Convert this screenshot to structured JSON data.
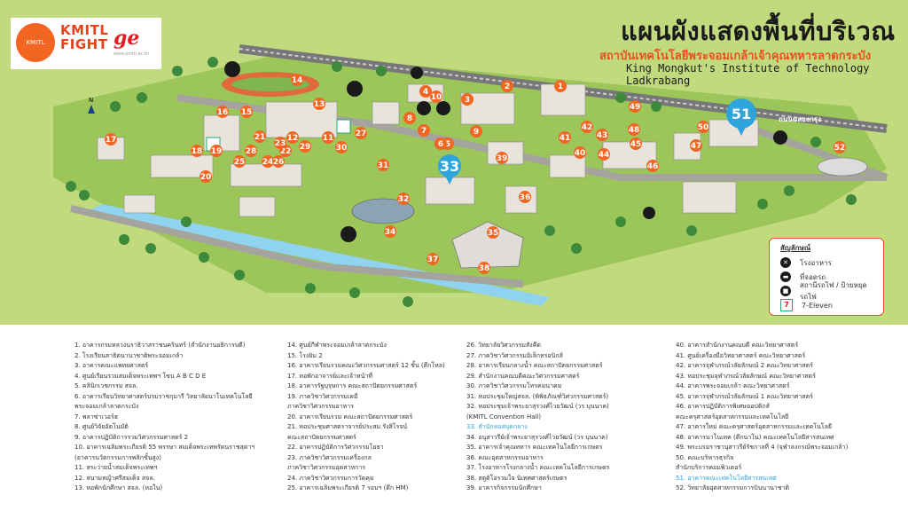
{
  "header": {
    "title_th": "แผนผังแสดงพื้นที่บริเวณ",
    "subtitle_th": "สถาบันเทคโนโลยีพระจอมเกล้าเจ้าคุณทหารลาดกระบัง",
    "subtitle_en": "King Mongkut's Institute of Technology Ladkrabang"
  },
  "logo": {
    "fight": "KMITL\nFIGHT",
    "ge": "ge",
    "url": "www.kmitl.ac.th",
    "seal": "KMITL"
  },
  "map": {
    "north": "N",
    "road_label": "ถนนฉลองกรุง",
    "compass": "N",
    "colors": {
      "grass": "#c2da7e",
      "marker": "#f26522",
      "highlight": "#2ea3dc",
      "building": "#e8e4dc"
    },
    "markers": [
      "1",
      "2",
      "3",
      "4",
      "5",
      "6",
      "7",
      "8",
      "9",
      "10",
      "11",
      "12",
      "13",
      "14",
      "15",
      "16",
      "17",
      "18",
      "19",
      "20",
      "21",
      "22",
      "23",
      "24",
      "25",
      "26",
      "27",
      "28",
      "29",
      "30",
      "31",
      "32",
      "34",
      "35",
      "36",
      "37",
      "38",
      "39",
      "40",
      "41",
      "42",
      "43",
      "44",
      "45",
      "46",
      "47",
      "48",
      "49",
      "50",
      "52"
    ],
    "highlights": [
      "33",
      "51"
    ]
  },
  "legend": {
    "title": "สัญลักษณ์",
    "items": [
      {
        "icon": "restaurant-icon",
        "label": "โรงอาหาร"
      },
      {
        "icon": "car-icon",
        "label": "ที่จอดรถ"
      },
      {
        "icon": "train-icon",
        "label": "สถานีรถไฟ / ป้ายหยุดรถไฟ"
      },
      {
        "icon": "seven-eleven-icon",
        "label": "7-Eleven"
      }
    ]
  },
  "list": {
    "col1": [
      "1. อาคารกรมหลวงนราธิวาสราชนครินทร์ (สำนักงานอธิการบดี)",
      "2. โรงเรียนสาธิตนานาชาติพระจอมเกล้า",
      "3. อาคารคณะแพทยศาสตร์",
      "4. ศูนย์เรียนรวมสมเด็จพระเทพฯ โซน A B C D E",
      "5. คลินิกเวชกรรม สจล.",
      "6. อาคารเรียนวิทยาศาสตร์บรมราชกุมารี วิทยาลัยนาโนเทคโนโลยี",
      "   พระจอมเกล้าลาดกระบัง",
      "7. พลาซ่าเวอร์ฮ",
      "8. ศูนย์วิจัยอัตโนมัติ",
      "9. อาคารปฏิบัติการรวมวิศวกรรมศาสตร์ 2",
      "10. อาคารเฉลิมพระเกียรติ 55 พรรษา สมเด็จพระเทพรัตนราชสุดาฯ",
      "   (อาคารนวัตกรรมการพลิกขั้นสูง)",
      "11. สระว่ายน้ำสมเด็จพระเทพฯ",
      "12. สนามหญ้าศรีสมเด็จ สจล.",
      "13. หอพักนักศึกษา สจล. (หอใน)"
    ],
    "col2": [
      "14. ศูนย์กีฬาพระจอมเกล้าลาดกระบัง",
      "15. โรงยิม 2",
      "16. อาคารเรียนรวมคณะวิศวกรรมศาสตร์ 12 ชั้น (ตึกโหล)",
      "17. หอพักอาจารย์และเจ้าหน้าที่",
      "18. อาคารรัฐบุรุษการ คณะสถาปัตยกรรมศาสตร์",
      "19. ภาควิชาวิศวกรรมเคมี",
      "   ภาควิชาวิศวกรรมอาหาร",
      "20. อาคารเรียนรวม คณะสถาปัตยกรรมศาสตร์",
      "21. หอประชุมศาสตราจารย์ประสม รังสิโรจน์",
      "   คณะสถาปัตยกรรมศาสตร์",
      "22. อาคารปฏิบัติการวิศวกรรมโยธา",
      "23. ภาควิชาวิศวกรรมเครื่องกล",
      "   ภาควิชาวิศวกรรมอุตสาหการ",
      "24. ภาควิชาวิศวกรรมการวัดคุม",
      "25. อาคารเฉลิมพระเกียรติ 7 รอบฯ (ตึก HM)"
    ],
    "col3": [
      "26. วิทยาลัยวิศวกรรมสังคีต",
      "27. ภาควิชาวิศวกรรมอิเล็กทรอนิกส์",
      "28. อาคารเรียนกลางน้ำ คณะสถาปัตยกรรมศาสตร์",
      "29. สำนักงานคณบดีคณะวิศวกรรมศาสตร์",
      "30. ภาควิชาวิศวกรรมโทรคมนาคม",
      "31. หอประชุมใหญ่สจล. (พิพิธภัณฑ์วิศวกรรมศาสตร์)",
      "32. หอประชุมเจ้าพระยาสุรวงศ์ไวยวัฒน์ (วร บุนนาค)",
      "   (KMITL Convention Hall)",
      "33. สำนักหอสมุดกลาง",
      "34. อนุสาวรีย์เจ้าพระยาสุรวงศ์ไวยวัฒน์ (วร บุนนาค)",
      "35. อาคารเจ้าคุณทหาร คณะเทคโนโลยีการเกษตร",
      "36. คณะอุตสาหกรรมอาหาร",
      "37. โรงอาหารโรงกลางน้ำ คณะเทคโนโลยีการเกษตร",
      "38. สตูดิโอรวมใจ นิเทศศาสตร์เกษตร",
      "39. อาคารกิจกรรมนักศึกษา"
    ],
    "col4": [
      "40. อาคารสำนักงานคณบดี คณะวิทยาศาสตร์",
      "41. ศูนย์เครื่องมือวิทยาศาสตร์ คณะวิทยาศาสตร์",
      "42. อาคารจุฬาภรณ์วลัยลักษณ์ 2 คณะวิทยาศาสตร์",
      "43. หอประชุมจุฬาภรณ์วลัยลักษณ์ คณะวิทยาศาสตร์",
      "44. อาคารพระจอมเกล้า คณะวิทยาศาสตร์",
      "45. อาคารจุฬาภรณ์วลัยลักษณ์ 1 คณะวิทยาศาสตร์",
      "46. อาคารปฏิบัติการพิเศษออปติกส์",
      "   คณะครุศาสตร์อุตสาหกรรมและเทคโนโลยี",
      "47. อาคารใหม่ คณะครุศาสตร์อุตสาหกรรมและเทคโนโลยี",
      "48. อาคารนาโนเทค (ตึกนาโน) คณะเทคโนโลยีสารสนเทศ",
      "49. พระบรมราชานุสาวรีย์รัชกาลที่ 4 (จุฬาลงกรณ์พระจอมเกล้า)",
      "50. คณะบริหารธุรกิจ",
      "   สำนักบริการคอมพิวเตอร์",
      "51. อาคารคณะเทคโนโลยีสารสนเทศ",
      "52. วิทยาลัยอุตสาหกรรมการบินนานาชาติ"
    ]
  }
}
